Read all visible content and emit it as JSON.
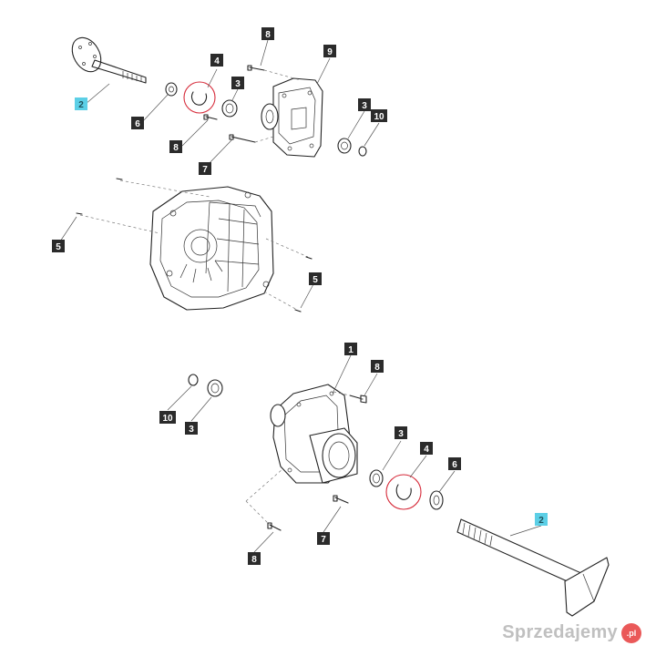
{
  "labels": {
    "top_2": "2",
    "top_6": "6",
    "top_4": "4",
    "top_3a": "3",
    "top_8a": "8",
    "top_9": "9",
    "top_8b": "8",
    "top_7": "7",
    "top_3b": "3",
    "top_10": "10",
    "mid_5a": "5",
    "mid_5b": "5",
    "bot_1": "1",
    "bot_8a": "8",
    "bot_10": "10",
    "bot_3a": "3",
    "bot_3b": "3",
    "bot_4": "4",
    "bot_6": "6",
    "bot_2": "2",
    "bot_7": "7",
    "bot_8b": "8"
  },
  "watermark": {
    "text": "Sprzedajemy",
    "badge": ".pl"
  },
  "colors": {
    "label_dark": "#2b2b2b",
    "label_highlight": "#5ccfe6",
    "highlight_circle": "#d62b3a"
  }
}
